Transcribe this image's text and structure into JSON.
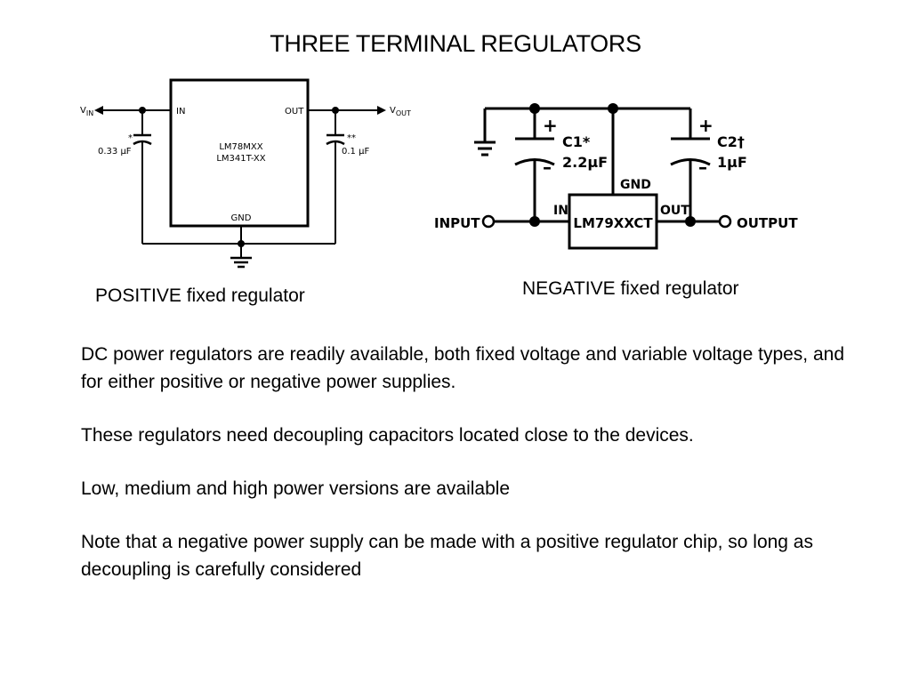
{
  "slide": {
    "title": "THREE TERMINAL REGULATORS"
  },
  "positive": {
    "caption": "POSITIVE fixed regulator",
    "vin_label": "V",
    "vin_sub": "IN",
    "vout_label": "V",
    "vout_sub": "OUT",
    "in_pin": "IN",
    "out_pin": "OUT",
    "gnd_pin": "GND",
    "chip_line1": "LM78MXX",
    "chip_line2": "LM341T-XX",
    "cin_mark": "*",
    "cin_value": "0.33 μF",
    "cout_mark": "**",
    "cout_value": "0.1 μF"
  },
  "negative": {
    "caption": "NEGATIVE fixed regulator",
    "c1_label": "C1*",
    "c1_value": "2.2μF",
    "c2_label": "C2†",
    "c2_value": "1μF",
    "plus_sign": "+",
    "minus_sign": "–",
    "gnd_pin": "GND",
    "in_pin": "IN",
    "out_pin": "OUT",
    "chip": "LM79XXCT",
    "input_label": "INPUT",
    "output_label": "OUTPUT"
  },
  "paragraphs": [
    "DC power regulators are readily available, both fixed voltage and variable voltage types, and for either positive or negative power supplies.",
    "These regulators need decoupling capacitors located close to the devices.",
    "Low, medium and high power versions are available",
    "Note that a negative power supply can be made with a positive regulator chip, so long as decoupling is carefully considered"
  ]
}
